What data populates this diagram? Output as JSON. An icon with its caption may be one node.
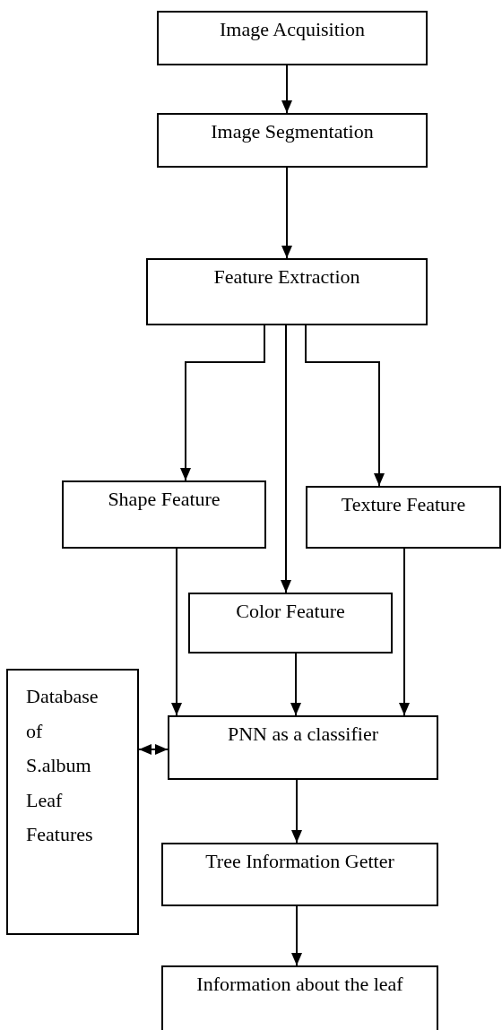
{
  "diagram": {
    "nodes": [
      {
        "text": [
          "Image Acquisition"
        ]
      },
      {
        "text": [
          "Image Segmentation"
        ]
      },
      {
        "text": [
          "Feature Extraction"
        ]
      },
      {
        "text": [
          "Shape Feature"
        ]
      },
      {
        "text": [
          "Texture Feature"
        ]
      },
      {
        "text": [
          "Color Feature"
        ]
      },
      {
        "text": [
          "Database of S.album Leaf Features"
        ]
      },
      {
        "text": [
          "PNN as a classifier"
        ]
      },
      {
        "text": [
          "Tree Information Getter"
        ]
      },
      {
        "text": [
          "Information about the leaf"
        ]
      }
    ],
    "edges": [
      {
        "from": 0,
        "to": 1,
        "arrow": "to"
      },
      {
        "from": 1,
        "to": 2,
        "arrow": "to"
      },
      {
        "from": 2,
        "to": 3,
        "arrow": "to"
      },
      {
        "from": 2,
        "to": 5,
        "arrow": "to"
      },
      {
        "from": 2,
        "to": 4,
        "arrow": "to"
      },
      {
        "from": 3,
        "to": 7,
        "arrow": "to"
      },
      {
        "from": 5,
        "to": 7,
        "arrow": "to"
      },
      {
        "from": 4,
        "to": 7,
        "arrow": "to"
      },
      {
        "from": 6,
        "to": 7,
        "arrow": "both"
      },
      {
        "from": 7,
        "to": 8,
        "arrow": "to"
      },
      {
        "from": 8,
        "to": 9,
        "arrow": "to"
      }
    ]
  }
}
